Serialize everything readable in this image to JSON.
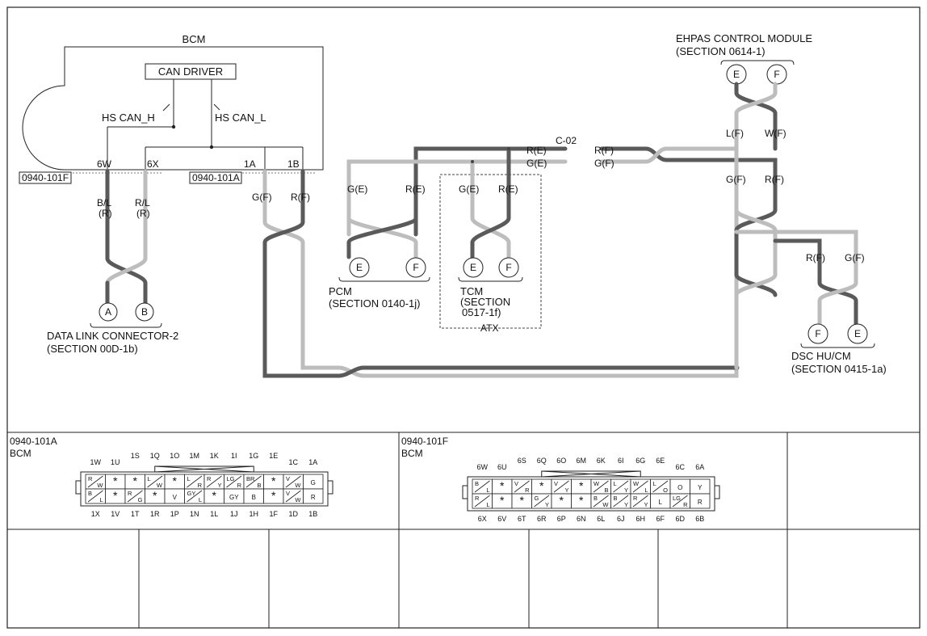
{
  "bcm": {
    "title": "BCM",
    "can_driver": "CAN DRIVER",
    "hs_can_h": "HS CAN_H",
    "hs_can_l": "HS CAN_L",
    "pins": {
      "p6w": "6W",
      "p6x": "6X",
      "p1a": "1A",
      "p1b": "1B"
    },
    "conn_f": "0940-101F",
    "conn_a": "0940-101A"
  },
  "wires": {
    "bl": "B/L",
    "r_paren_a": "(R)",
    "rl": "R/L",
    "r_paren_b": "(R)",
    "gf": "G(F)",
    "rf": "R(F)",
    "re": "R(E)",
    "ge": "G(E)"
  },
  "dlc": {
    "pin_a": "A",
    "pin_b": "B",
    "name": "DATA LINK CONNECTOR-2",
    "section": "(SECTION 00D-1b)"
  },
  "c02": {
    "label": "C-02"
  },
  "pcm": {
    "pin_e": "E",
    "pin_f": "F",
    "name": "PCM",
    "section": "(SECTION 0140-1j)"
  },
  "tcm": {
    "pin_e": "E",
    "pin_f": "F",
    "name": "TCM",
    "section_a": "(SECTION",
    "section_b": "0517-1f)",
    "atx": "ATX"
  },
  "ehpas": {
    "name": "EHPAS CONTROL MODULE",
    "section": "(SECTION 0614-1)",
    "pin_e": "E",
    "pin_f": "F",
    "lf": "L(F)",
    "wf": "W(F)"
  },
  "dsc": {
    "pin_f": "F",
    "pin_e": "E",
    "name": "DSC HU/CM",
    "section": "(SECTION 0415-1a)"
  },
  "connector_a": {
    "id": "0940-101A",
    "name": "BCM",
    "top_labels": [
      "1W",
      "1U",
      "1S",
      "1Q",
      "1O",
      "1M",
      "1K",
      "1I",
      "1G",
      "1E",
      "1C",
      "1A"
    ],
    "bottom_labels": [
      "1X",
      "1V",
      "1T",
      "1R",
      "1P",
      "1N",
      "1L",
      "1J",
      "1H",
      "1F",
      "1D",
      "1B"
    ],
    "row1": [
      [
        "R",
        "W"
      ],
      [
        "*"
      ],
      [
        "*"
      ],
      [
        "L",
        "W"
      ],
      [
        "*"
      ],
      [
        "L",
        "R"
      ],
      [
        "R",
        "Y"
      ],
      [
        "LG",
        "R"
      ],
      [
        "BR",
        "B"
      ],
      [
        "*"
      ],
      [
        "V",
        "W"
      ],
      [
        "G"
      ]
    ],
    "row2": [
      [
        "B",
        "L"
      ],
      [
        "*"
      ],
      [
        "R",
        "G"
      ],
      [
        "*"
      ],
      [
        "V"
      ],
      [
        "GY",
        "L"
      ],
      [
        "*"
      ],
      [
        "GY"
      ],
      [
        "B"
      ],
      [
        "*"
      ],
      [
        "V",
        "W"
      ],
      [
        "R"
      ]
    ]
  },
  "connector_f": {
    "id": "0940-101F",
    "name": "BCM",
    "top_labels": [
      "6W",
      "6U",
      "6S",
      "6Q",
      "6O",
      "6M",
      "6K",
      "6I",
      "6G",
      "6E",
      "6C",
      "6A"
    ],
    "bottom_labels": [
      "6X",
      "6V",
      "6T",
      "6R",
      "6P",
      "6N",
      "6L",
      "6J",
      "6H",
      "6F",
      "6D",
      "6B"
    ],
    "row1": [
      [
        "B",
        "L"
      ],
      [
        "*"
      ],
      [
        "V",
        "R"
      ],
      [
        "*"
      ],
      [
        "V",
        "Y"
      ],
      [
        "*"
      ],
      [
        "W",
        "B"
      ],
      [
        "L",
        "Y"
      ],
      [
        "W",
        "L"
      ],
      [
        "L",
        "O"
      ],
      [
        "O"
      ],
      [
        "Y"
      ]
    ],
    "row2": [
      [
        "R",
        "L"
      ],
      [
        "*"
      ],
      [
        "*"
      ],
      [
        "G",
        "Y"
      ],
      [
        "*"
      ],
      [
        "*"
      ],
      [
        "B",
        "W"
      ],
      [
        "B",
        "Y"
      ],
      [
        "R",
        "Y"
      ],
      [
        "L"
      ],
      [
        "LG",
        "R"
      ],
      [
        "R"
      ]
    ]
  }
}
